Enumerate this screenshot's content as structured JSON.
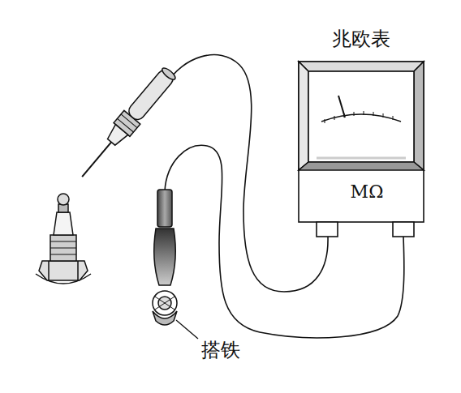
{
  "diagram": {
    "nodes": [
      {
        "text": [
          "兆欧表",
          "MΩ"
        ]
      }
    ],
    "labels": [
      "搭铁"
    ]
  }
}
